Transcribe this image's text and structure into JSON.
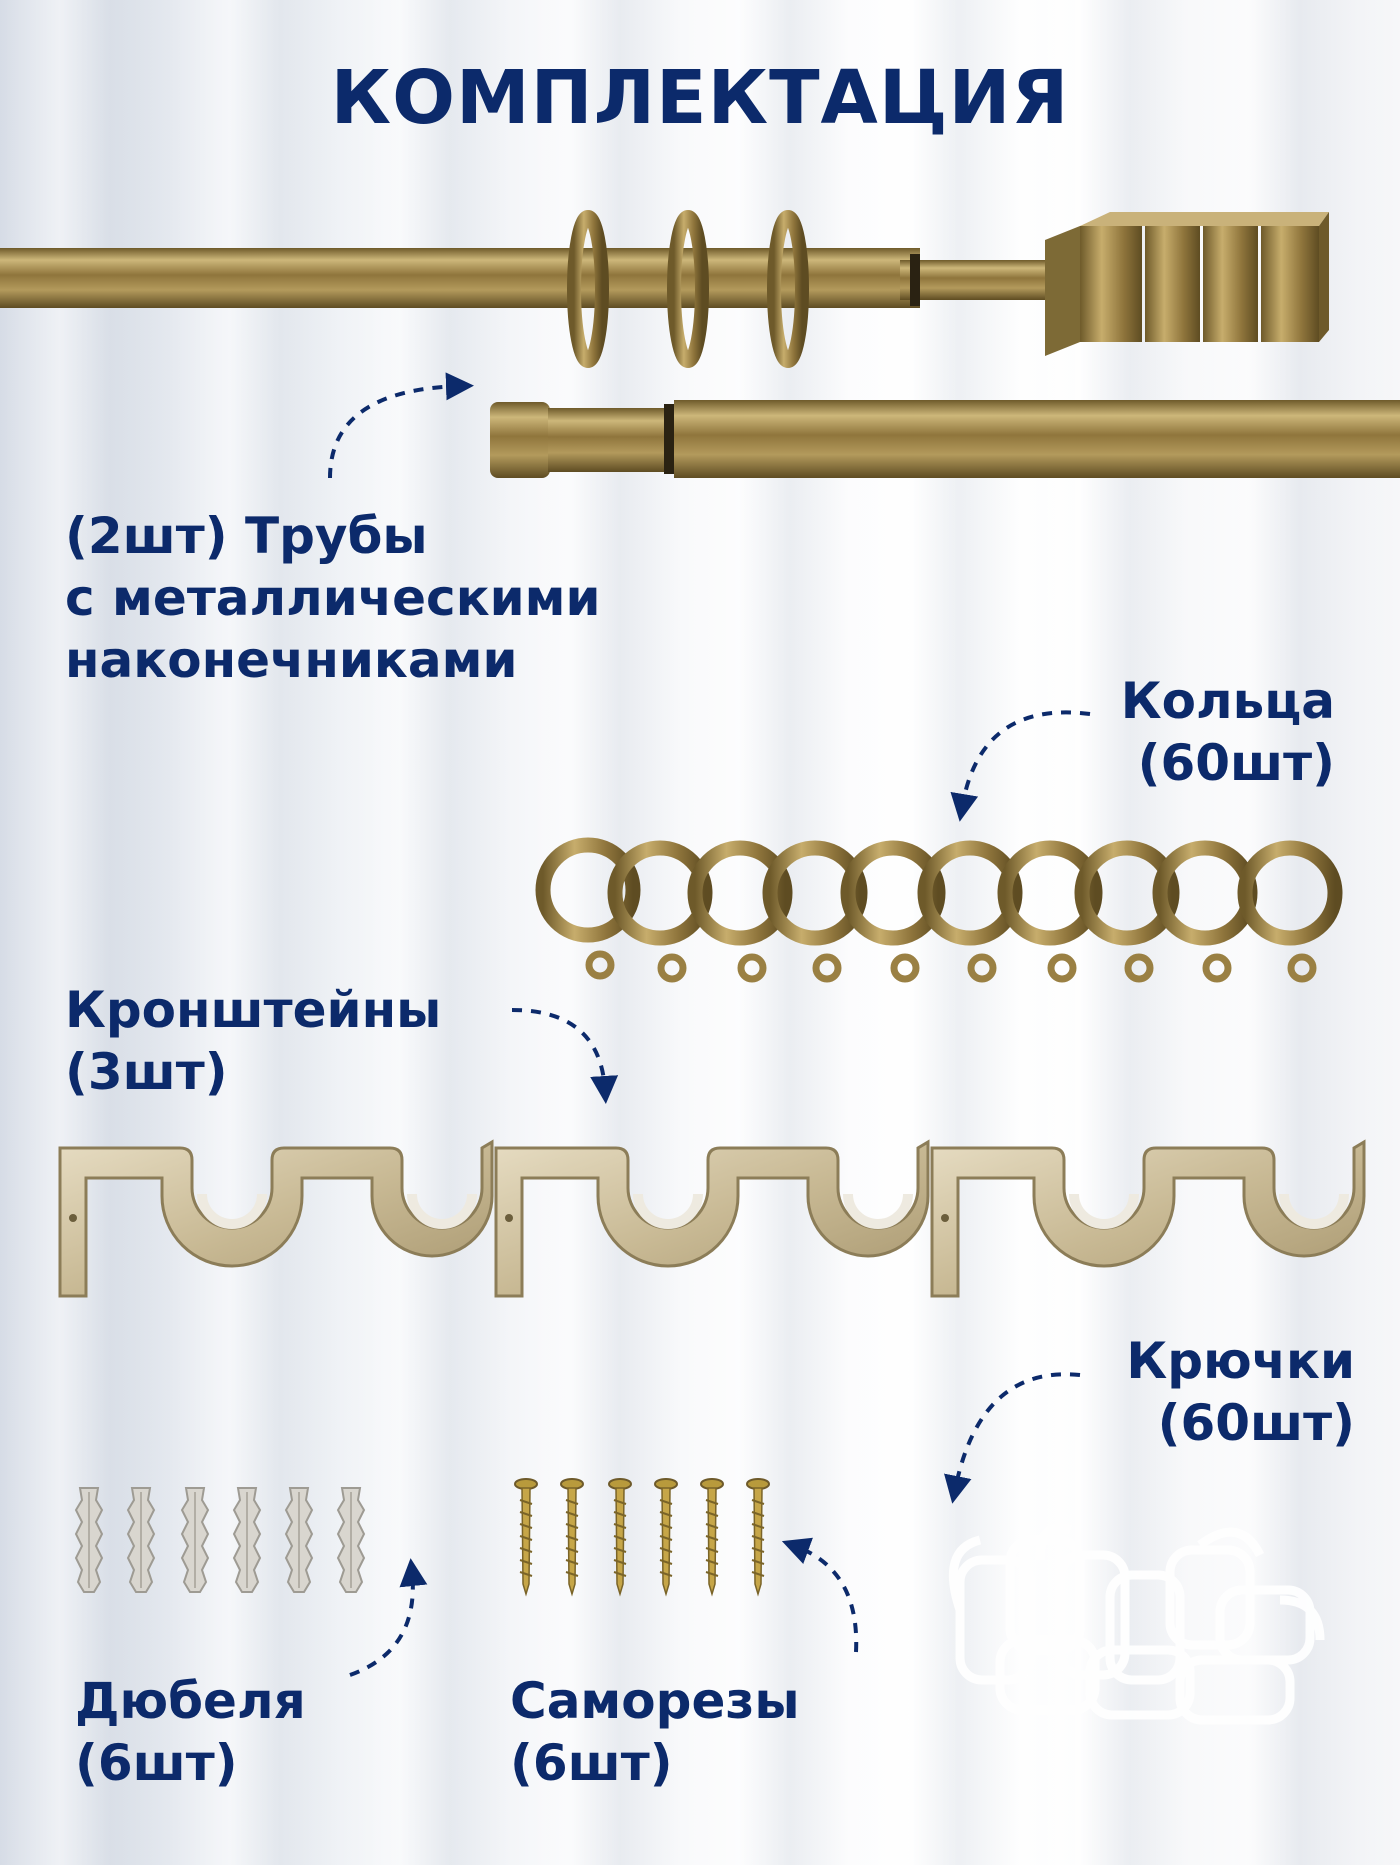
{
  "title": "КОМПЛЕКТАЦИЯ",
  "items": {
    "pipes": {
      "line1": "(2шт) Трубы",
      "line2": "с металлическими",
      "line3": "наконечниками"
    },
    "rings": {
      "line1": "Кольца",
      "line2": "(60шт)"
    },
    "brackets": {
      "line1": "Кронштейны",
      "line2": "(3шт)"
    },
    "hooks": {
      "line1": "Крючки",
      "line2": "(60шт)"
    },
    "dowels": {
      "line1": "Дюбеля",
      "line2": "(6шт)"
    },
    "screws": {
      "line1": "Саморезы",
      "line2": "(6шт)"
    }
  },
  "colors": {
    "accent": "#0c2a6b",
    "brass": "#a88b4a",
    "brass_dark": "#6e5a2a"
  },
  "icons": [
    "curtain-rod-illustration",
    "ring-icon",
    "bracket-icon",
    "hook-icon",
    "dowel-icon",
    "screw-icon",
    "arrow-icon"
  ]
}
